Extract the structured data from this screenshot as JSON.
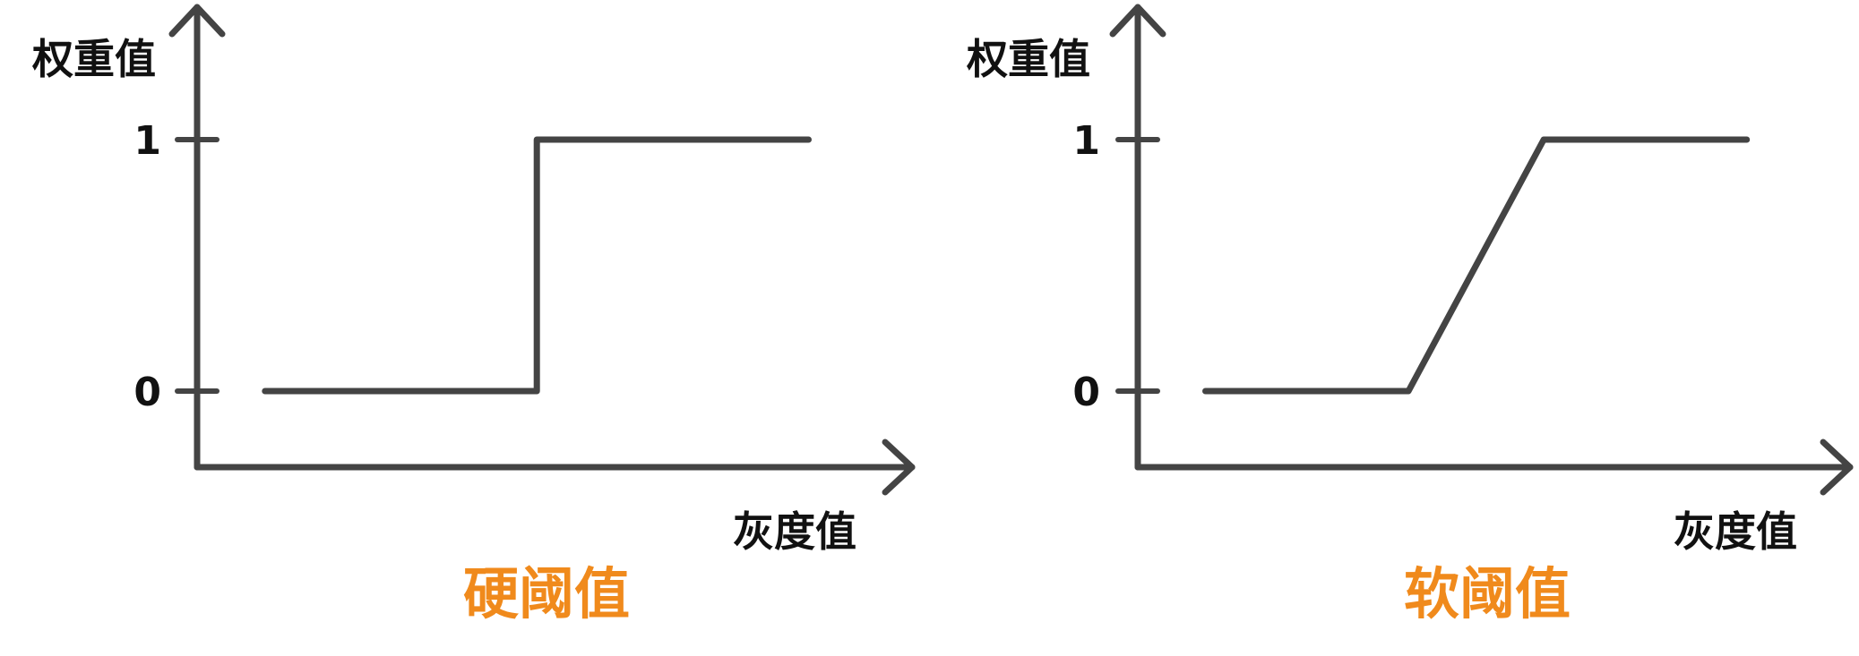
{
  "colors": {
    "axis": "#444444",
    "line": "#444444",
    "text": "#111111",
    "title": "#f08a1c",
    "background": "#ffffff"
  },
  "chart_data": [
    {
      "type": "line",
      "title": "硬阈值",
      "xlabel": "灰度值",
      "ylabel": "权重值",
      "yticks": [
        "0",
        "1"
      ],
      "xticks": [],
      "grid": false,
      "series": [
        {
          "x": [
            0.1,
            0.5,
            0.5,
            0.9
          ],
          "y": [
            0,
            0,
            1,
            1
          ]
        }
      ]
    },
    {
      "type": "line",
      "title": "软阈值",
      "xlabel": "灰度值",
      "ylabel": "权重值",
      "yticks": [
        "0",
        "1"
      ],
      "xticks": [],
      "grid": false,
      "series": [
        {
          "x": [
            0.1,
            0.4,
            0.6,
            0.9
          ],
          "y": [
            0,
            0,
            1,
            1
          ]
        }
      ]
    }
  ]
}
